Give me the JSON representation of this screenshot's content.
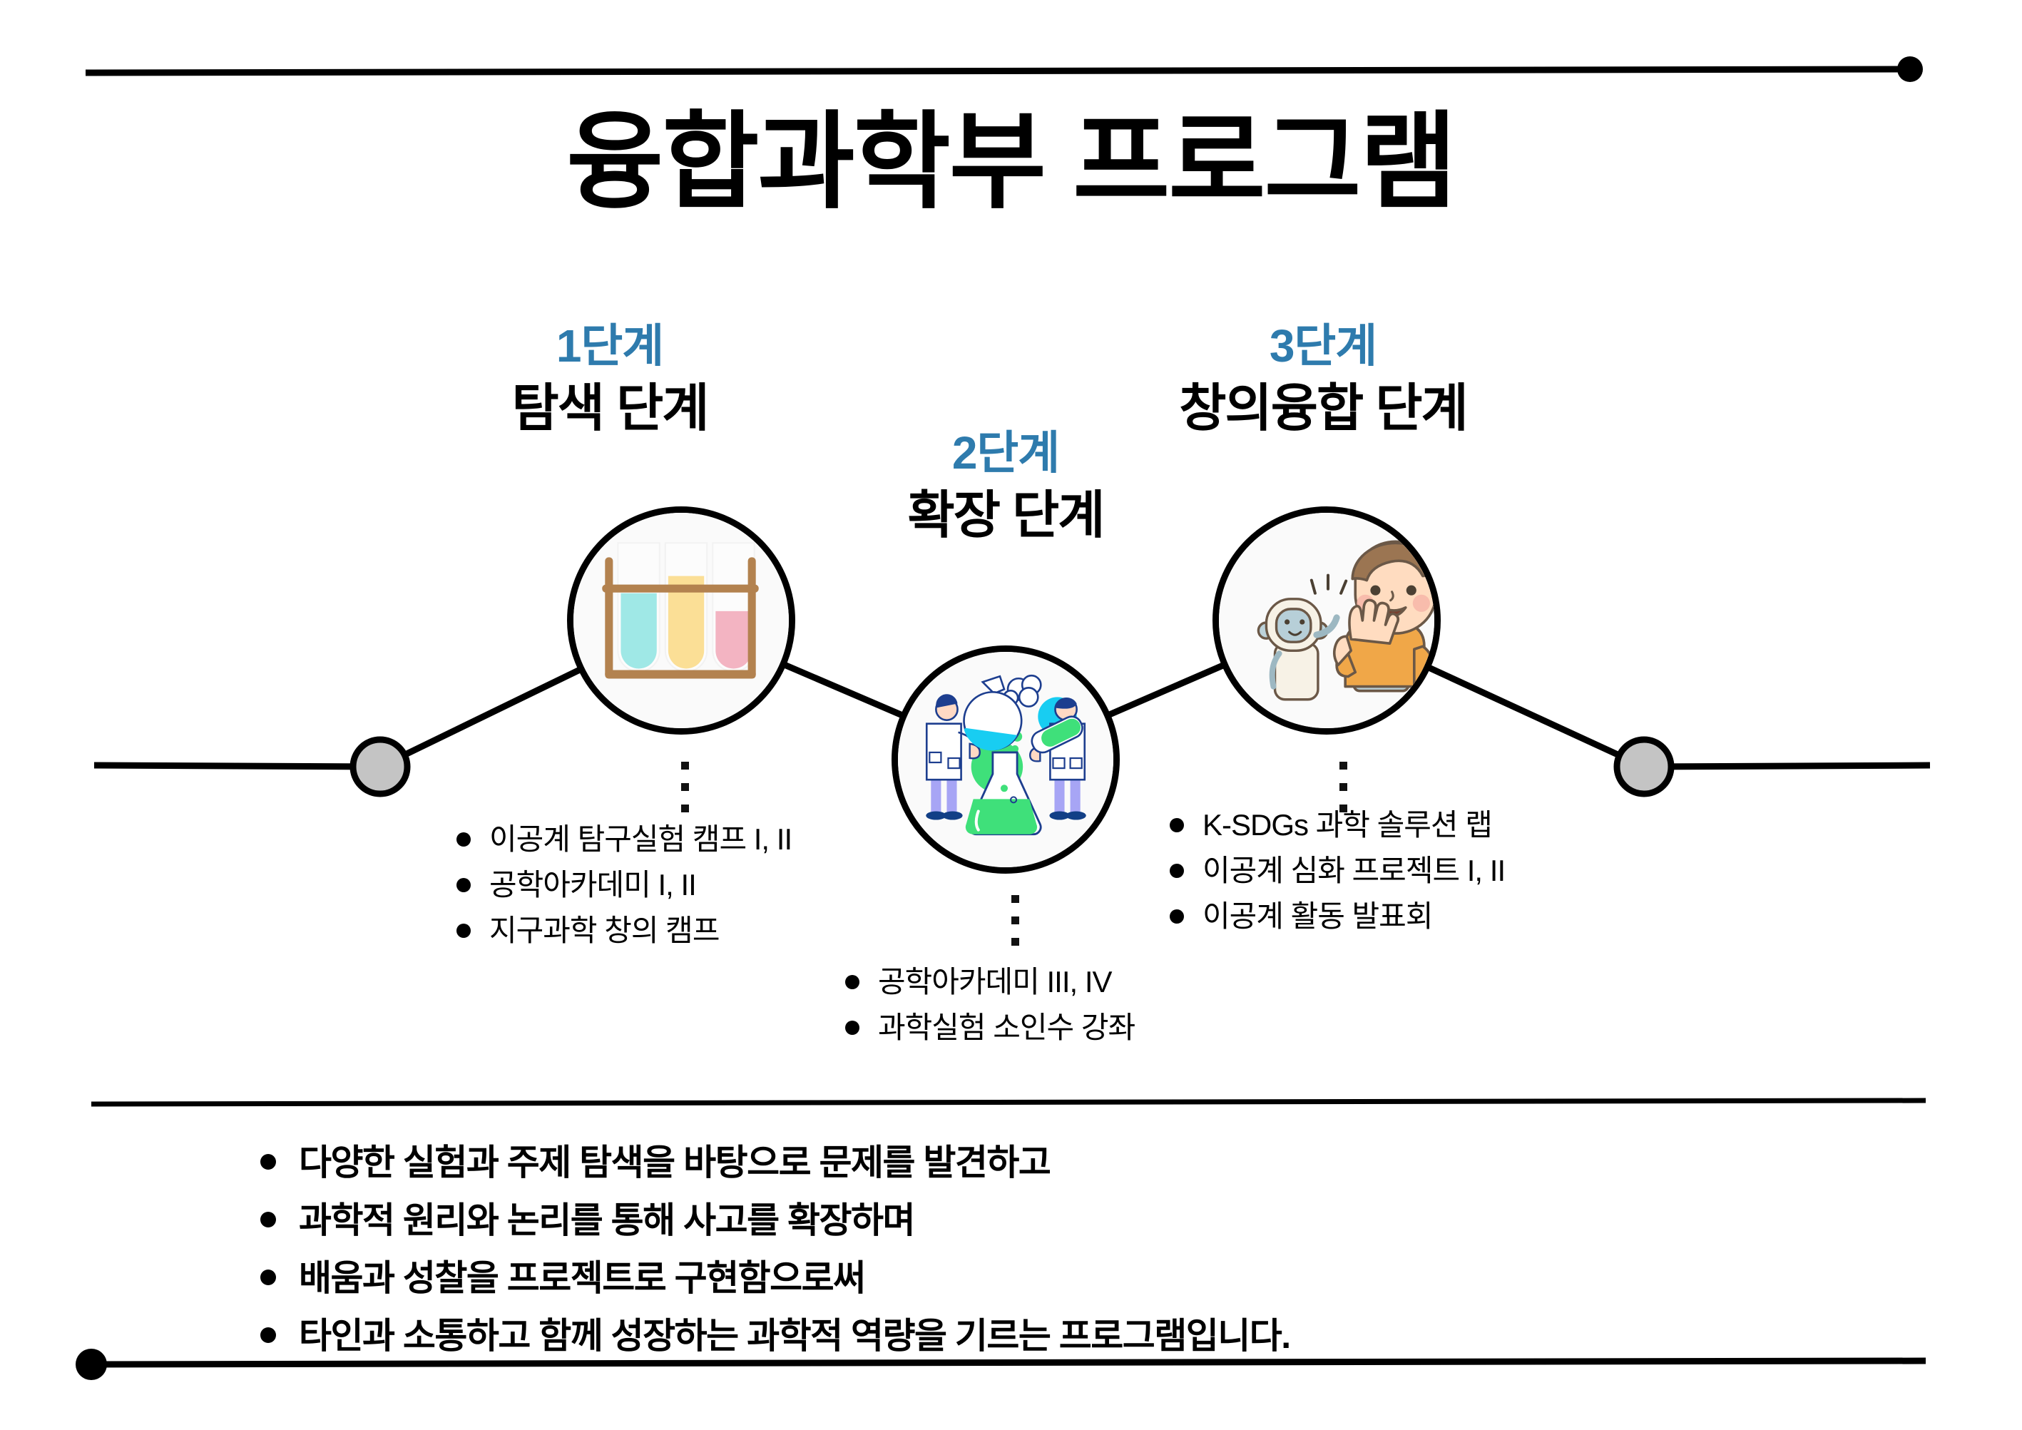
{
  "page": {
    "title": "융합과학부 프로그램",
    "accent_blue": "#2E7BAD",
    "line_color": "#000000",
    "node_fill": "#c4c4c4"
  },
  "rails": {
    "top_rule_name": "top-divider-rule",
    "bottom_rule_name": "bottom-divider-rule",
    "dot_color": "#000000"
  },
  "stages": [
    {
      "number": "1단계",
      "name": "탐색 단계",
      "icon": "test-tube-rack-icon",
      "ellipsis": "⋮",
      "items": [
        "이공계 탐구실험 캠프 I, II",
        "공학아카데미 I, II",
        "지구과학 창의 캠프"
      ]
    },
    {
      "number": "2단계",
      "name": "확장 단계",
      "icon": "scientists-flask-icon",
      "ellipsis": "⋮",
      "items": [
        "공학아카데미 III, IV",
        "과학실험 소인수 강좌"
      ]
    },
    {
      "number": "3단계",
      "name": "창의융합 단계",
      "icon": "child-robot-highfive-icon",
      "ellipsis": "⋮",
      "items": [
        "K-SDGs 과학 솔루션 랩",
        "이공계 심화 프로젝트 I, II",
        "이공계 활동 발표회"
      ]
    }
  ],
  "summary": {
    "items": [
      "다양한 실험과 주제 탐색을 바탕으로 문제를 발견하고",
      "과학적 원리와 논리를 통해 사고를 확장하며",
      "배움과 성찰을 프로젝트로 구현함으로써",
      "타인과 소통하고 함께 성장하는 과학적 역량을 기르는 프로그램입니다."
    ]
  }
}
